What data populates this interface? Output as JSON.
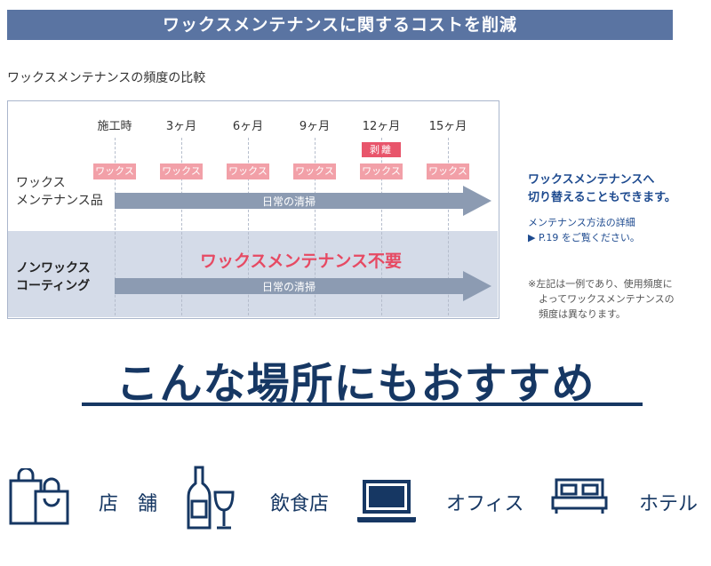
{
  "banner": {
    "title": "ワックスメンテナンスに関するコストを削減"
  },
  "comparison": {
    "subtitle": "ワックスメンテナンスの頻度の比較",
    "ticks": [
      "施工時",
      "3ヶ月",
      "6ヶ月",
      "9ヶ月",
      "12ヶ月",
      "15ヶ月"
    ],
    "wax_tag": "ワックス",
    "peel_tag": "剥離",
    "row1_label_line1": "ワックス",
    "row1_label_line2": "メンテナンス品",
    "row1_arrow": "日常の清掃",
    "row2_label_line1": "ノンワックス",
    "row2_label_line2": "コーティング",
    "row2_notice": "ワックスメンテナンス不要",
    "row2_arrow": "日常の清掃",
    "colors": {
      "wax": "#f2a0a8",
      "peel": "#e8556b",
      "arrow": "#8c9bb2",
      "row2_bg": "#d4dbe8",
      "banner": "#5a74a2"
    }
  },
  "side": {
    "line1": "ワックスメンテナンスへ",
    "line2": "切り替えることもできます。",
    "detail1": "メンテナンス方法の詳細",
    "detail2": "▶ P.19 をご覧ください。",
    "note1": "※左記は一例であり、使用頻度に",
    "note2": "よってワックスメンテナンスの",
    "note3": "頻度は異なります。"
  },
  "recommend": {
    "heading": "こんな場所にもおすすめ",
    "places": [
      {
        "icon": "shopping-bag-icon",
        "label": "店　舗"
      },
      {
        "icon": "wine-bottle-glass-icon",
        "label": "飲食店"
      },
      {
        "icon": "laptop-icon",
        "label": "オフィス"
      },
      {
        "icon": "bed-icon",
        "label": "ホテル"
      }
    ]
  }
}
